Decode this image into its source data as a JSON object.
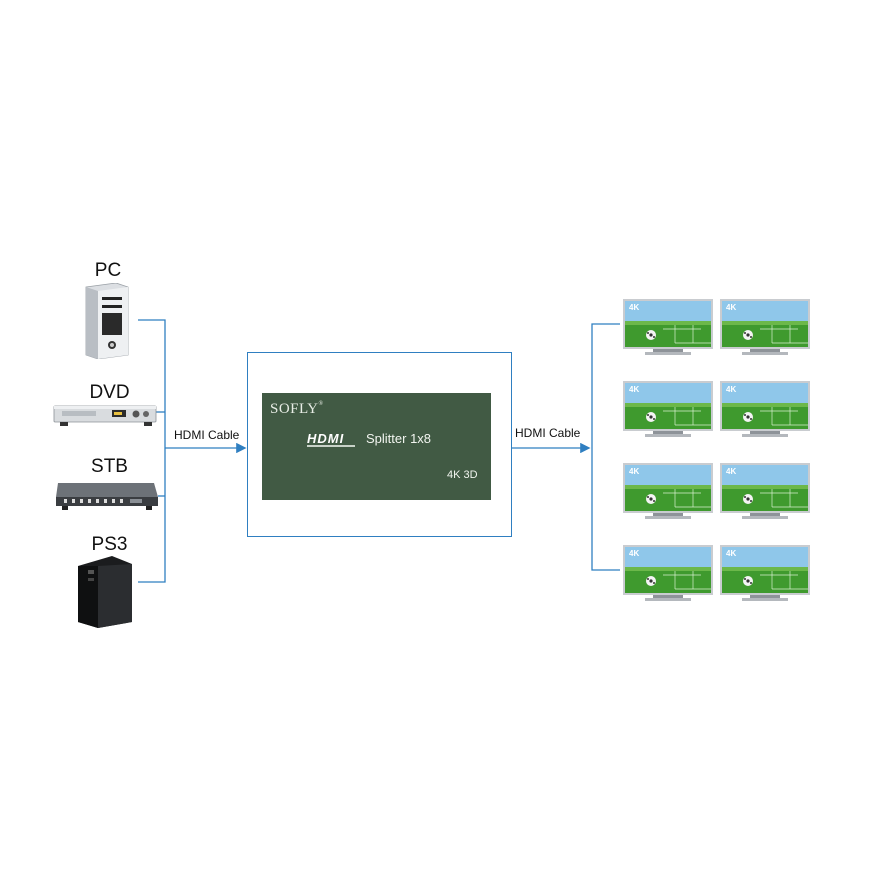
{
  "sources": [
    {
      "label": "PC",
      "icon": "pc-tower-icon"
    },
    {
      "label": "DVD",
      "icon": "dvd-player-icon"
    },
    {
      "label": "STB",
      "icon": "set-top-box-icon"
    },
    {
      "label": "PS3",
      "icon": "ps3-console-icon"
    }
  ],
  "input_cable_label": "HDMI Cable",
  "output_cable_label": "HDMI Cable",
  "splitter": {
    "brand": "SOFLY",
    "brand_mark": "®",
    "hdmi_logo": "HDMI",
    "product": "Splitter 1x8",
    "spec": "4K 3D"
  },
  "displays": {
    "count": 8,
    "badge": "4K"
  },
  "colors": {
    "connector_line": "#2f7fc1",
    "splitter_body": "#415a44",
    "tv_grass": "#3f9a2e",
    "tv_sky": "#8fc7ea"
  }
}
